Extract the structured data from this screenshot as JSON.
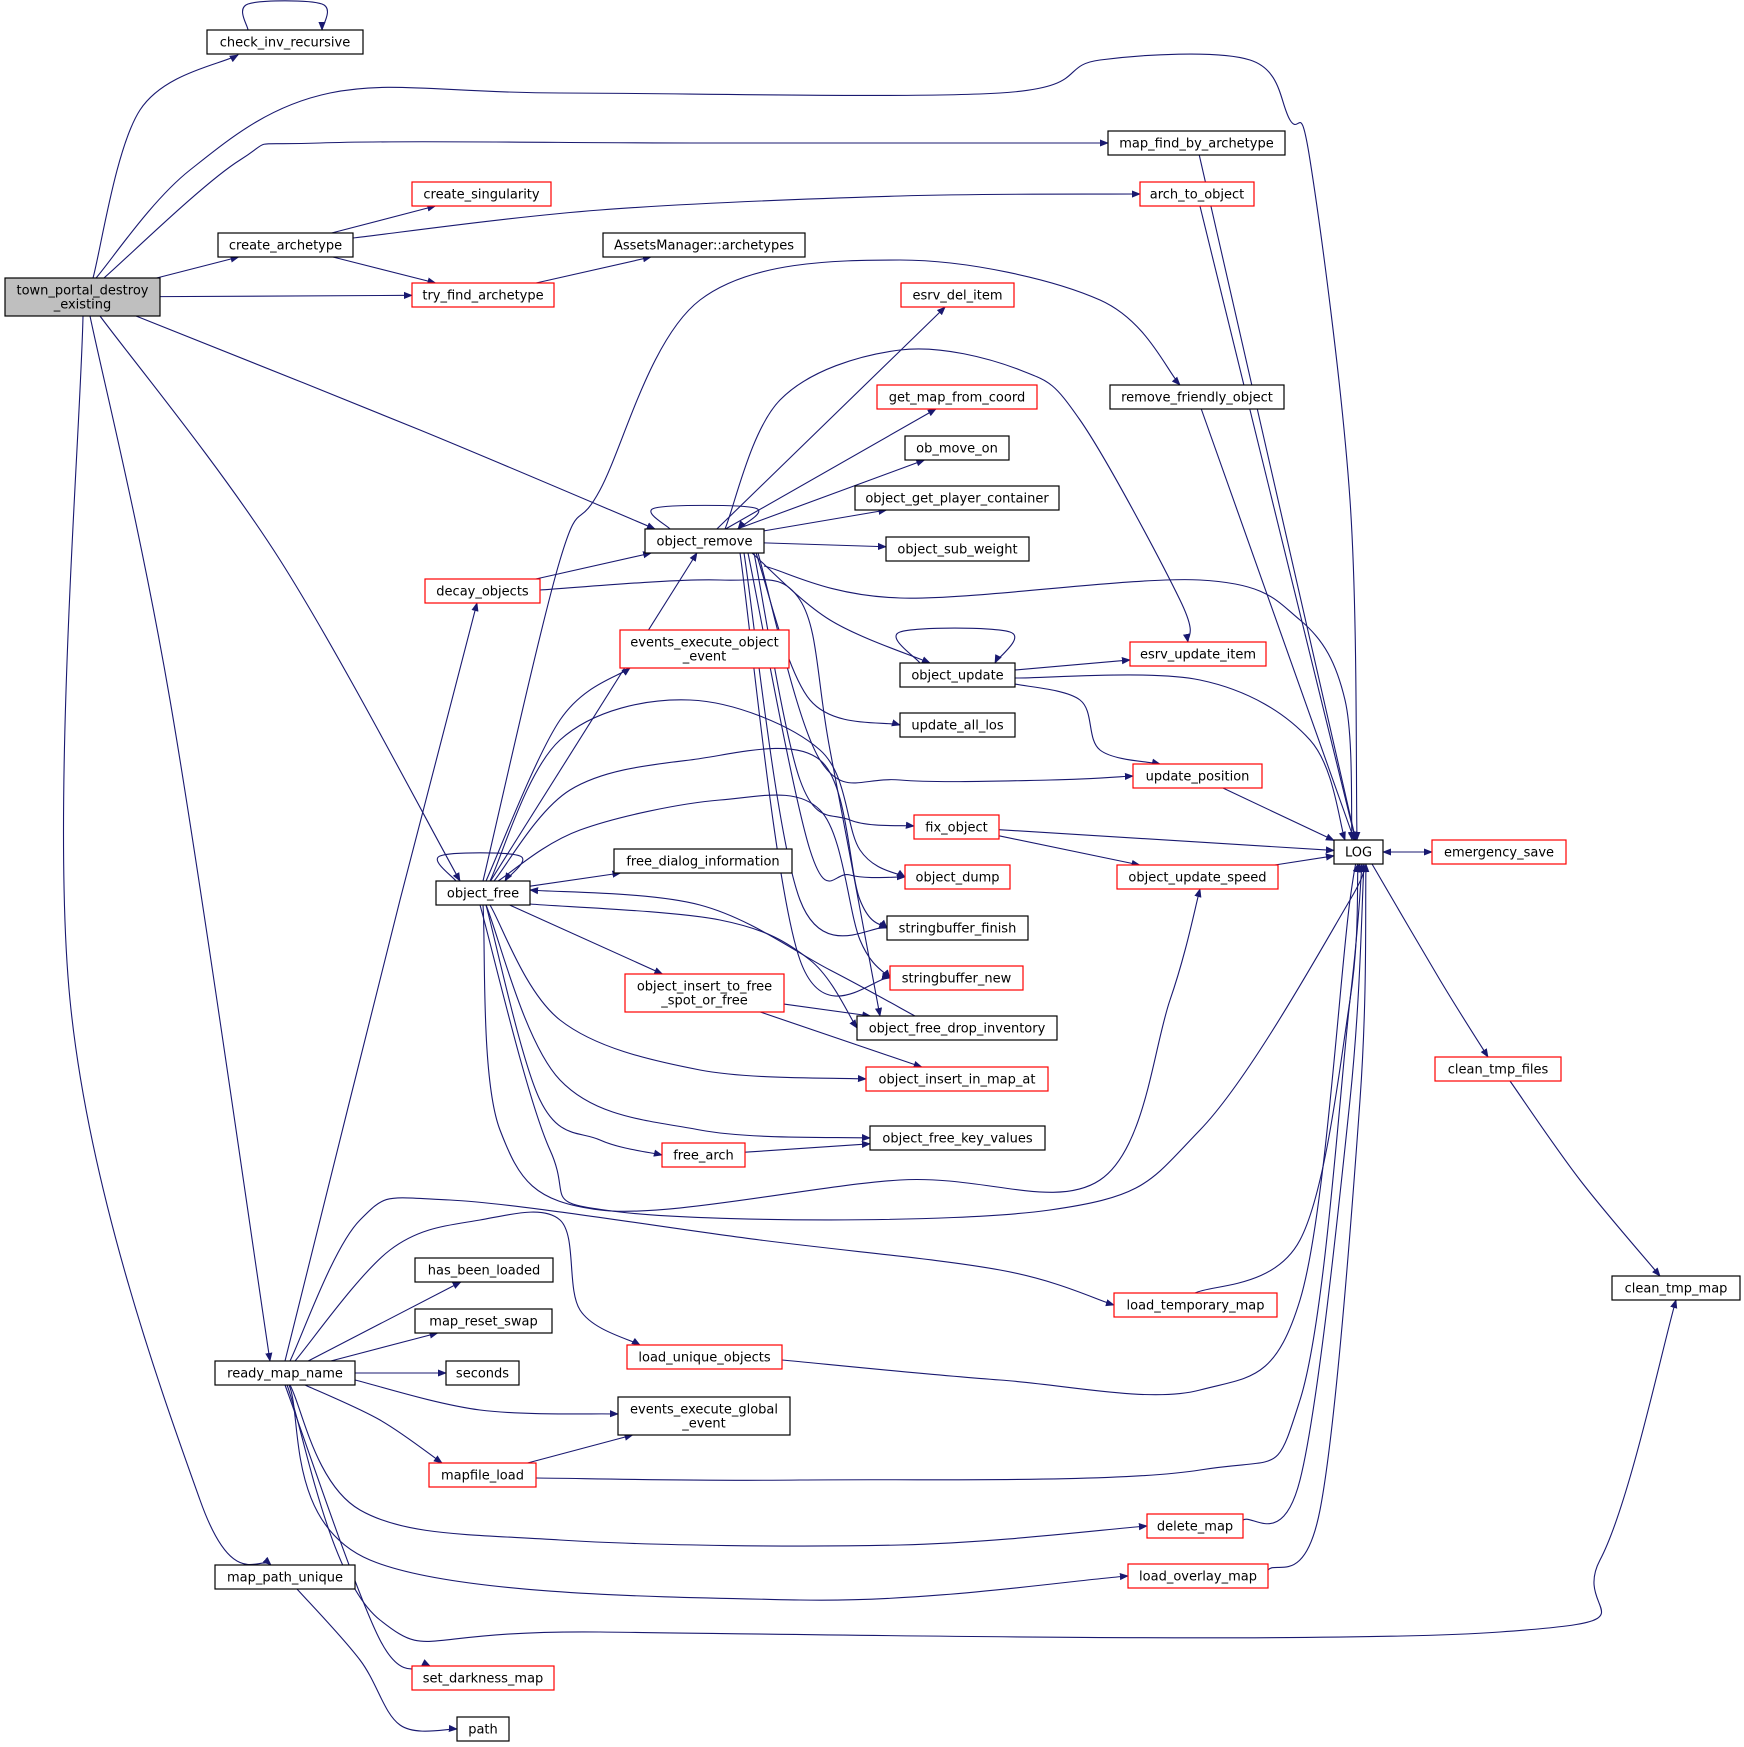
{
  "colors": {
    "edge": "#191970",
    "root_fill": "#bfbfbf",
    "node_fill": "#ffffff",
    "border_plain": "#000000",
    "border_truncated": "#ff0000"
  },
  "nodes": [
    {
      "id": "town_portal",
      "lines": [
        "town_portal_destroy",
        "_existing"
      ],
      "style": "root"
    },
    {
      "id": "check_inv_recursive",
      "lines": [
        "check_inv_recursive"
      ],
      "style": "plain"
    },
    {
      "id": "create_archetype",
      "lines": [
        "create_archetype"
      ],
      "style": "plain"
    },
    {
      "id": "create_singularity",
      "lines": [
        "create_singularity"
      ],
      "style": "red"
    },
    {
      "id": "try_find_archetype",
      "lines": [
        "try_find_archetype"
      ],
      "style": "red"
    },
    {
      "id": "assets_archetypes",
      "lines": [
        "AssetsManager::archetypes"
      ],
      "style": "plain"
    },
    {
      "id": "map_find_by_archetype",
      "lines": [
        "map_find_by_archetype"
      ],
      "style": "plain"
    },
    {
      "id": "arch_to_object",
      "lines": [
        "arch_to_object"
      ],
      "style": "red"
    },
    {
      "id": "esrv_del_item",
      "lines": [
        "esrv_del_item"
      ],
      "style": "red"
    },
    {
      "id": "get_map_from_coord",
      "lines": [
        "get_map_from_coord"
      ],
      "style": "red"
    },
    {
      "id": "remove_friendly_object",
      "lines": [
        "remove_friendly_object"
      ],
      "style": "plain"
    },
    {
      "id": "ob_move_on",
      "lines": [
        "ob_move_on"
      ],
      "style": "plain"
    },
    {
      "id": "object_get_player_container",
      "lines": [
        "object_get_player_container"
      ],
      "style": "plain"
    },
    {
      "id": "object_remove",
      "lines": [
        "object_remove"
      ],
      "style": "plain"
    },
    {
      "id": "object_sub_weight",
      "lines": [
        "object_sub_weight"
      ],
      "style": "plain"
    },
    {
      "id": "decay_objects",
      "lines": [
        "decay_objects"
      ],
      "style": "red"
    },
    {
      "id": "events_execute_object_event",
      "lines": [
        "events_execute_object",
        "_event"
      ],
      "style": "red"
    },
    {
      "id": "esrv_update_item",
      "lines": [
        "esrv_update_item"
      ],
      "style": "red"
    },
    {
      "id": "object_update",
      "lines": [
        "object_update"
      ],
      "style": "plain"
    },
    {
      "id": "update_all_los",
      "lines": [
        "update_all_los"
      ],
      "style": "plain"
    },
    {
      "id": "update_position",
      "lines": [
        "update_position"
      ],
      "style": "red"
    },
    {
      "id": "fix_object",
      "lines": [
        "fix_object"
      ],
      "style": "red"
    },
    {
      "id": "LOG",
      "lines": [
        "LOG"
      ],
      "style": "plain"
    },
    {
      "id": "emergency_save",
      "lines": [
        "emergency_save"
      ],
      "style": "red"
    },
    {
      "id": "free_dialog_information",
      "lines": [
        "free_dialog_information"
      ],
      "style": "plain"
    },
    {
      "id": "object_free",
      "lines": [
        "object_free"
      ],
      "style": "plain"
    },
    {
      "id": "object_dump",
      "lines": [
        "object_dump"
      ],
      "style": "red"
    },
    {
      "id": "object_update_speed",
      "lines": [
        "object_update_speed"
      ],
      "style": "red"
    },
    {
      "id": "stringbuffer_finish",
      "lines": [
        "stringbuffer_finish"
      ],
      "style": "plain"
    },
    {
      "id": "stringbuffer_new",
      "lines": [
        "stringbuffer_new"
      ],
      "style": "red"
    },
    {
      "id": "object_insert_to_free_spot_or_free",
      "lines": [
        "object_insert_to_free",
        "_spot_or_free"
      ],
      "style": "red"
    },
    {
      "id": "object_free_drop_inventory",
      "lines": [
        "object_free_drop_inventory"
      ],
      "style": "plain"
    },
    {
      "id": "clean_tmp_files",
      "lines": [
        "clean_tmp_files"
      ],
      "style": "red"
    },
    {
      "id": "object_insert_in_map_at",
      "lines": [
        "object_insert_in_map_at"
      ],
      "style": "red"
    },
    {
      "id": "free_arch",
      "lines": [
        "free_arch"
      ],
      "style": "red"
    },
    {
      "id": "object_free_key_values",
      "lines": [
        "object_free_key_values"
      ],
      "style": "plain"
    },
    {
      "id": "has_been_loaded",
      "lines": [
        "has_been_loaded"
      ],
      "style": "plain"
    },
    {
      "id": "clean_tmp_map",
      "lines": [
        "clean_tmp_map"
      ],
      "style": "plain"
    },
    {
      "id": "load_temporary_map",
      "lines": [
        "load_temporary_map"
      ],
      "style": "red"
    },
    {
      "id": "map_reset_swap",
      "lines": [
        "map_reset_swap"
      ],
      "style": "plain"
    },
    {
      "id": "load_unique_objects",
      "lines": [
        "load_unique_objects"
      ],
      "style": "red"
    },
    {
      "id": "ready_map_name",
      "lines": [
        "ready_map_name"
      ],
      "style": "plain"
    },
    {
      "id": "seconds",
      "lines": [
        "seconds"
      ],
      "style": "plain"
    },
    {
      "id": "events_execute_global_event",
      "lines": [
        "events_execute_global",
        "_event"
      ],
      "style": "plain"
    },
    {
      "id": "mapfile_load",
      "lines": [
        "mapfile_load"
      ],
      "style": "red"
    },
    {
      "id": "delete_map",
      "lines": [
        "delete_map"
      ],
      "style": "red"
    },
    {
      "id": "load_overlay_map",
      "lines": [
        "load_overlay_map"
      ],
      "style": "red"
    },
    {
      "id": "map_path_unique",
      "lines": [
        "map_path_unique"
      ],
      "style": "plain"
    },
    {
      "id": "set_darkness_map",
      "lines": [
        "set_darkness_map"
      ],
      "style": "red"
    },
    {
      "id": "path",
      "lines": [
        "path"
      ],
      "style": "plain"
    }
  ],
  "edges": [
    {
      "from": "town_portal",
      "to": "check_inv_recursive"
    },
    {
      "from": "town_portal",
      "to": "LOG"
    },
    {
      "from": "town_portal",
      "to": "map_find_by_archetype"
    },
    {
      "from": "town_portal",
      "to": "create_archetype"
    },
    {
      "from": "town_portal",
      "to": "try_find_archetype"
    },
    {
      "from": "town_portal",
      "to": "object_remove"
    },
    {
      "from": "town_portal",
      "to": "object_free"
    },
    {
      "from": "town_portal",
      "to": "ready_map_name"
    },
    {
      "from": "town_portal",
      "to": "map_path_unique"
    },
    {
      "from": "check_inv_recursive",
      "to": "check_inv_recursive"
    },
    {
      "from": "create_archetype",
      "to": "create_singularity"
    },
    {
      "from": "create_archetype",
      "to": "arch_to_object"
    },
    {
      "from": "create_archetype",
      "to": "try_find_archetype"
    },
    {
      "from": "try_find_archetype",
      "to": "assets_archetypes"
    },
    {
      "from": "map_find_by_archetype",
      "to": "LOG"
    },
    {
      "from": "arch_to_object",
      "to": "LOG"
    },
    {
      "from": "remove_friendly_object",
      "to": "LOG"
    },
    {
      "from": "object_remove",
      "to": "object_remove"
    },
    {
      "from": "object_remove",
      "to": "esrv_del_item"
    },
    {
      "from": "object_remove",
      "to": "esrv_update_item"
    },
    {
      "from": "object_remove",
      "to": "get_map_from_coord"
    },
    {
      "from": "object_remove",
      "to": "ob_move_on"
    },
    {
      "from": "object_remove",
      "to": "object_get_player_container"
    },
    {
      "from": "object_remove",
      "to": "object_sub_weight"
    },
    {
      "from": "object_remove",
      "to": "LOG"
    },
    {
      "from": "object_remove",
      "to": "object_update"
    },
    {
      "from": "object_remove",
      "to": "update_all_los"
    },
    {
      "from": "object_remove",
      "to": "update_position"
    },
    {
      "from": "object_remove",
      "to": "fix_object"
    },
    {
      "from": "object_remove",
      "to": "object_dump"
    },
    {
      "from": "object_remove",
      "to": "stringbuffer_finish"
    },
    {
      "from": "object_remove",
      "to": "stringbuffer_new"
    },
    {
      "from": "decay_objects",
      "to": "object_remove"
    },
    {
      "from": "decay_objects",
      "to": "object_free_drop_inventory"
    },
    {
      "from": "object_update",
      "to": "object_update"
    },
    {
      "from": "object_update",
      "to": "esrv_update_item"
    },
    {
      "from": "object_update",
      "to": "LOG"
    },
    {
      "from": "object_update",
      "to": "update_position"
    },
    {
      "from": "update_position",
      "to": "LOG"
    },
    {
      "from": "fix_object",
      "to": "LOG"
    },
    {
      "from": "fix_object",
      "to": "object_update_speed"
    },
    {
      "from": "object_update_speed",
      "to": "LOG"
    },
    {
      "from": "LOG",
      "to": "emergency_save"
    },
    {
      "from": "emergency_save",
      "to": "LOG"
    },
    {
      "from": "LOG",
      "to": "clean_tmp_files"
    },
    {
      "from": "clean_tmp_files",
      "to": "clean_tmp_map"
    },
    {
      "from": "object_free",
      "to": "object_free"
    },
    {
      "from": "object_free",
      "to": "remove_friendly_object"
    },
    {
      "from": "object_free",
      "to": "object_remove"
    },
    {
      "from": "object_free",
      "to": "events_execute_object_event"
    },
    {
      "from": "object_free",
      "to": "object_dump"
    },
    {
      "from": "object_free",
      "to": "stringbuffer_finish"
    },
    {
      "from": "object_free",
      "to": "stringbuffer_new"
    },
    {
      "from": "object_free",
      "to": "free_dialog_information"
    },
    {
      "from": "object_free",
      "to": "object_insert_to_free_spot_or_free"
    },
    {
      "from": "object_free",
      "to": "object_free_drop_inventory"
    },
    {
      "from": "object_free",
      "to": "object_insert_in_map_at"
    },
    {
      "from": "object_free",
      "to": "free_arch"
    },
    {
      "from": "object_free",
      "to": "object_free_key_values"
    },
    {
      "from": "object_free",
      "to": "object_update_speed"
    },
    {
      "from": "object_free",
      "to": "LOG"
    },
    {
      "from": "object_free_drop_inventory",
      "to": "object_free"
    },
    {
      "from": "object_insert_to_free_spot_or_free",
      "to": "object_free_drop_inventory"
    },
    {
      "from": "object_insert_to_free_spot_or_free",
      "to": "object_insert_in_map_at"
    },
    {
      "from": "free_arch",
      "to": "object_free_key_values"
    },
    {
      "from": "ready_map_name",
      "to": "decay_objects"
    },
    {
      "from": "ready_map_name",
      "to": "load_temporary_map"
    },
    {
      "from": "ready_map_name",
      "to": "has_been_loaded"
    },
    {
      "from": "ready_map_name",
      "to": "load_unique_objects"
    },
    {
      "from": "ready_map_name",
      "to": "map_reset_swap"
    },
    {
      "from": "ready_map_name",
      "to": "seconds"
    },
    {
      "from": "ready_map_name",
      "to": "events_execute_global_event"
    },
    {
      "from": "ready_map_name",
      "to": "mapfile_load"
    },
    {
      "from": "ready_map_name",
      "to": "delete_map"
    },
    {
      "from": "ready_map_name",
      "to": "load_overlay_map"
    },
    {
      "from": "ready_map_name",
      "to": "clean_tmp_map"
    },
    {
      "from": "ready_map_name",
      "to": "set_darkness_map"
    },
    {
      "from": "load_temporary_map",
      "to": "LOG"
    },
    {
      "from": "load_unique_objects",
      "to": "LOG"
    },
    {
      "from": "mapfile_load",
      "to": "events_execute_global_event"
    },
    {
      "from": "mapfile_load",
      "to": "LOG"
    },
    {
      "from": "delete_map",
      "to": "LOG"
    },
    {
      "from": "load_overlay_map",
      "to": "LOG"
    },
    {
      "from": "map_path_unique",
      "to": "path"
    }
  ]
}
